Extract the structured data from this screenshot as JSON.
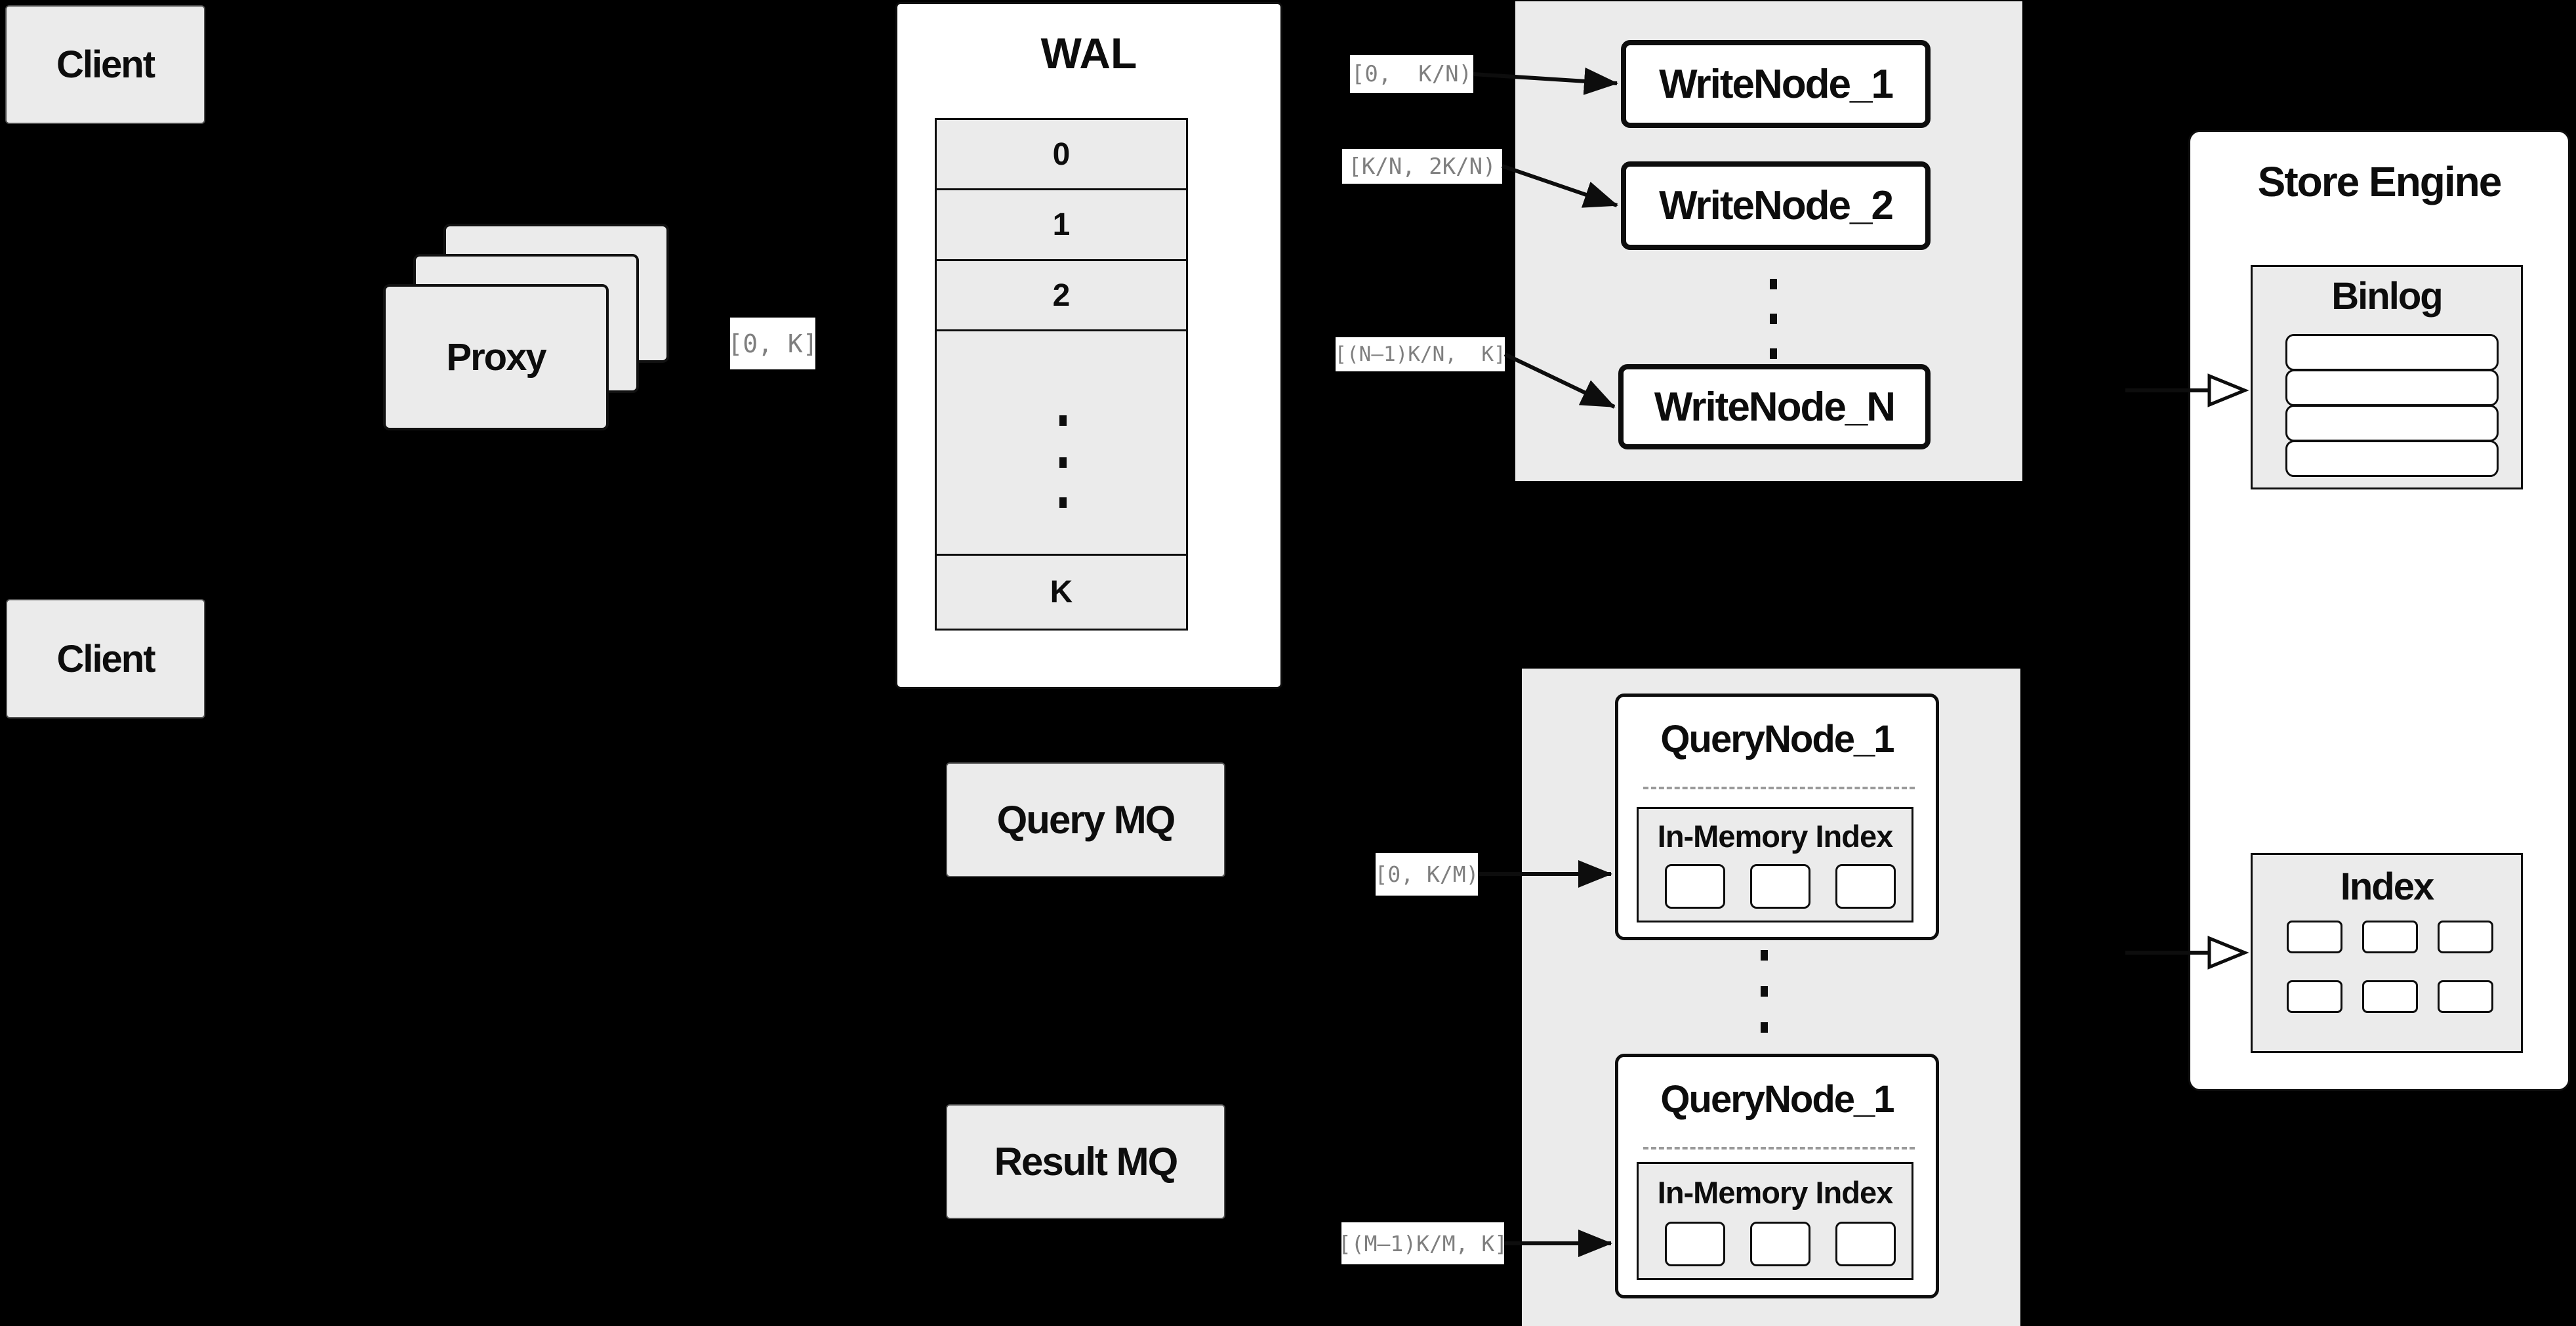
{
  "clients": {
    "top_label": "Client",
    "bottom_label": "Client"
  },
  "proxy": {
    "label": "Proxy"
  },
  "wal": {
    "title": "WAL",
    "rows": [
      "0",
      "1",
      "2"
    ],
    "last_row": "K"
  },
  "labels": {
    "proxy_out": "[0, K]",
    "write_1": "[0,  K/N)",
    "write_2": "[K/N, 2K/N)",
    "write_n": "[(N–1)K/N,  K]",
    "query_1": "[0, K/M)",
    "query_m": "[(M–1)K/M, K]"
  },
  "write_nodes": {
    "n1": "WriteNode_1",
    "n2": "WriteNode_2",
    "nN": "WriteNode_N"
  },
  "mq": {
    "query": "Query MQ",
    "result": "Result MQ"
  },
  "query_nodes": {
    "top": {
      "title": "QueryNode_1",
      "index_title": "In-Memory Index"
    },
    "bottom": {
      "title": "QueryNode_1",
      "index_title": "In-Memory Index"
    }
  },
  "store_engine": {
    "title": "Store Engine",
    "binlog": {
      "title": "Binlog",
      "rows": 4
    },
    "index": {
      "title": "Index",
      "cells": 6
    }
  },
  "counts": {
    "memory_cells": 3
  },
  "colors": {
    "background": "#000000",
    "panel": "#ebebeb",
    "box_fill": "#ffffff",
    "border": "#0d0d0d",
    "label_text": "#7f7f7f",
    "dashed": "#9a9a9a"
  }
}
